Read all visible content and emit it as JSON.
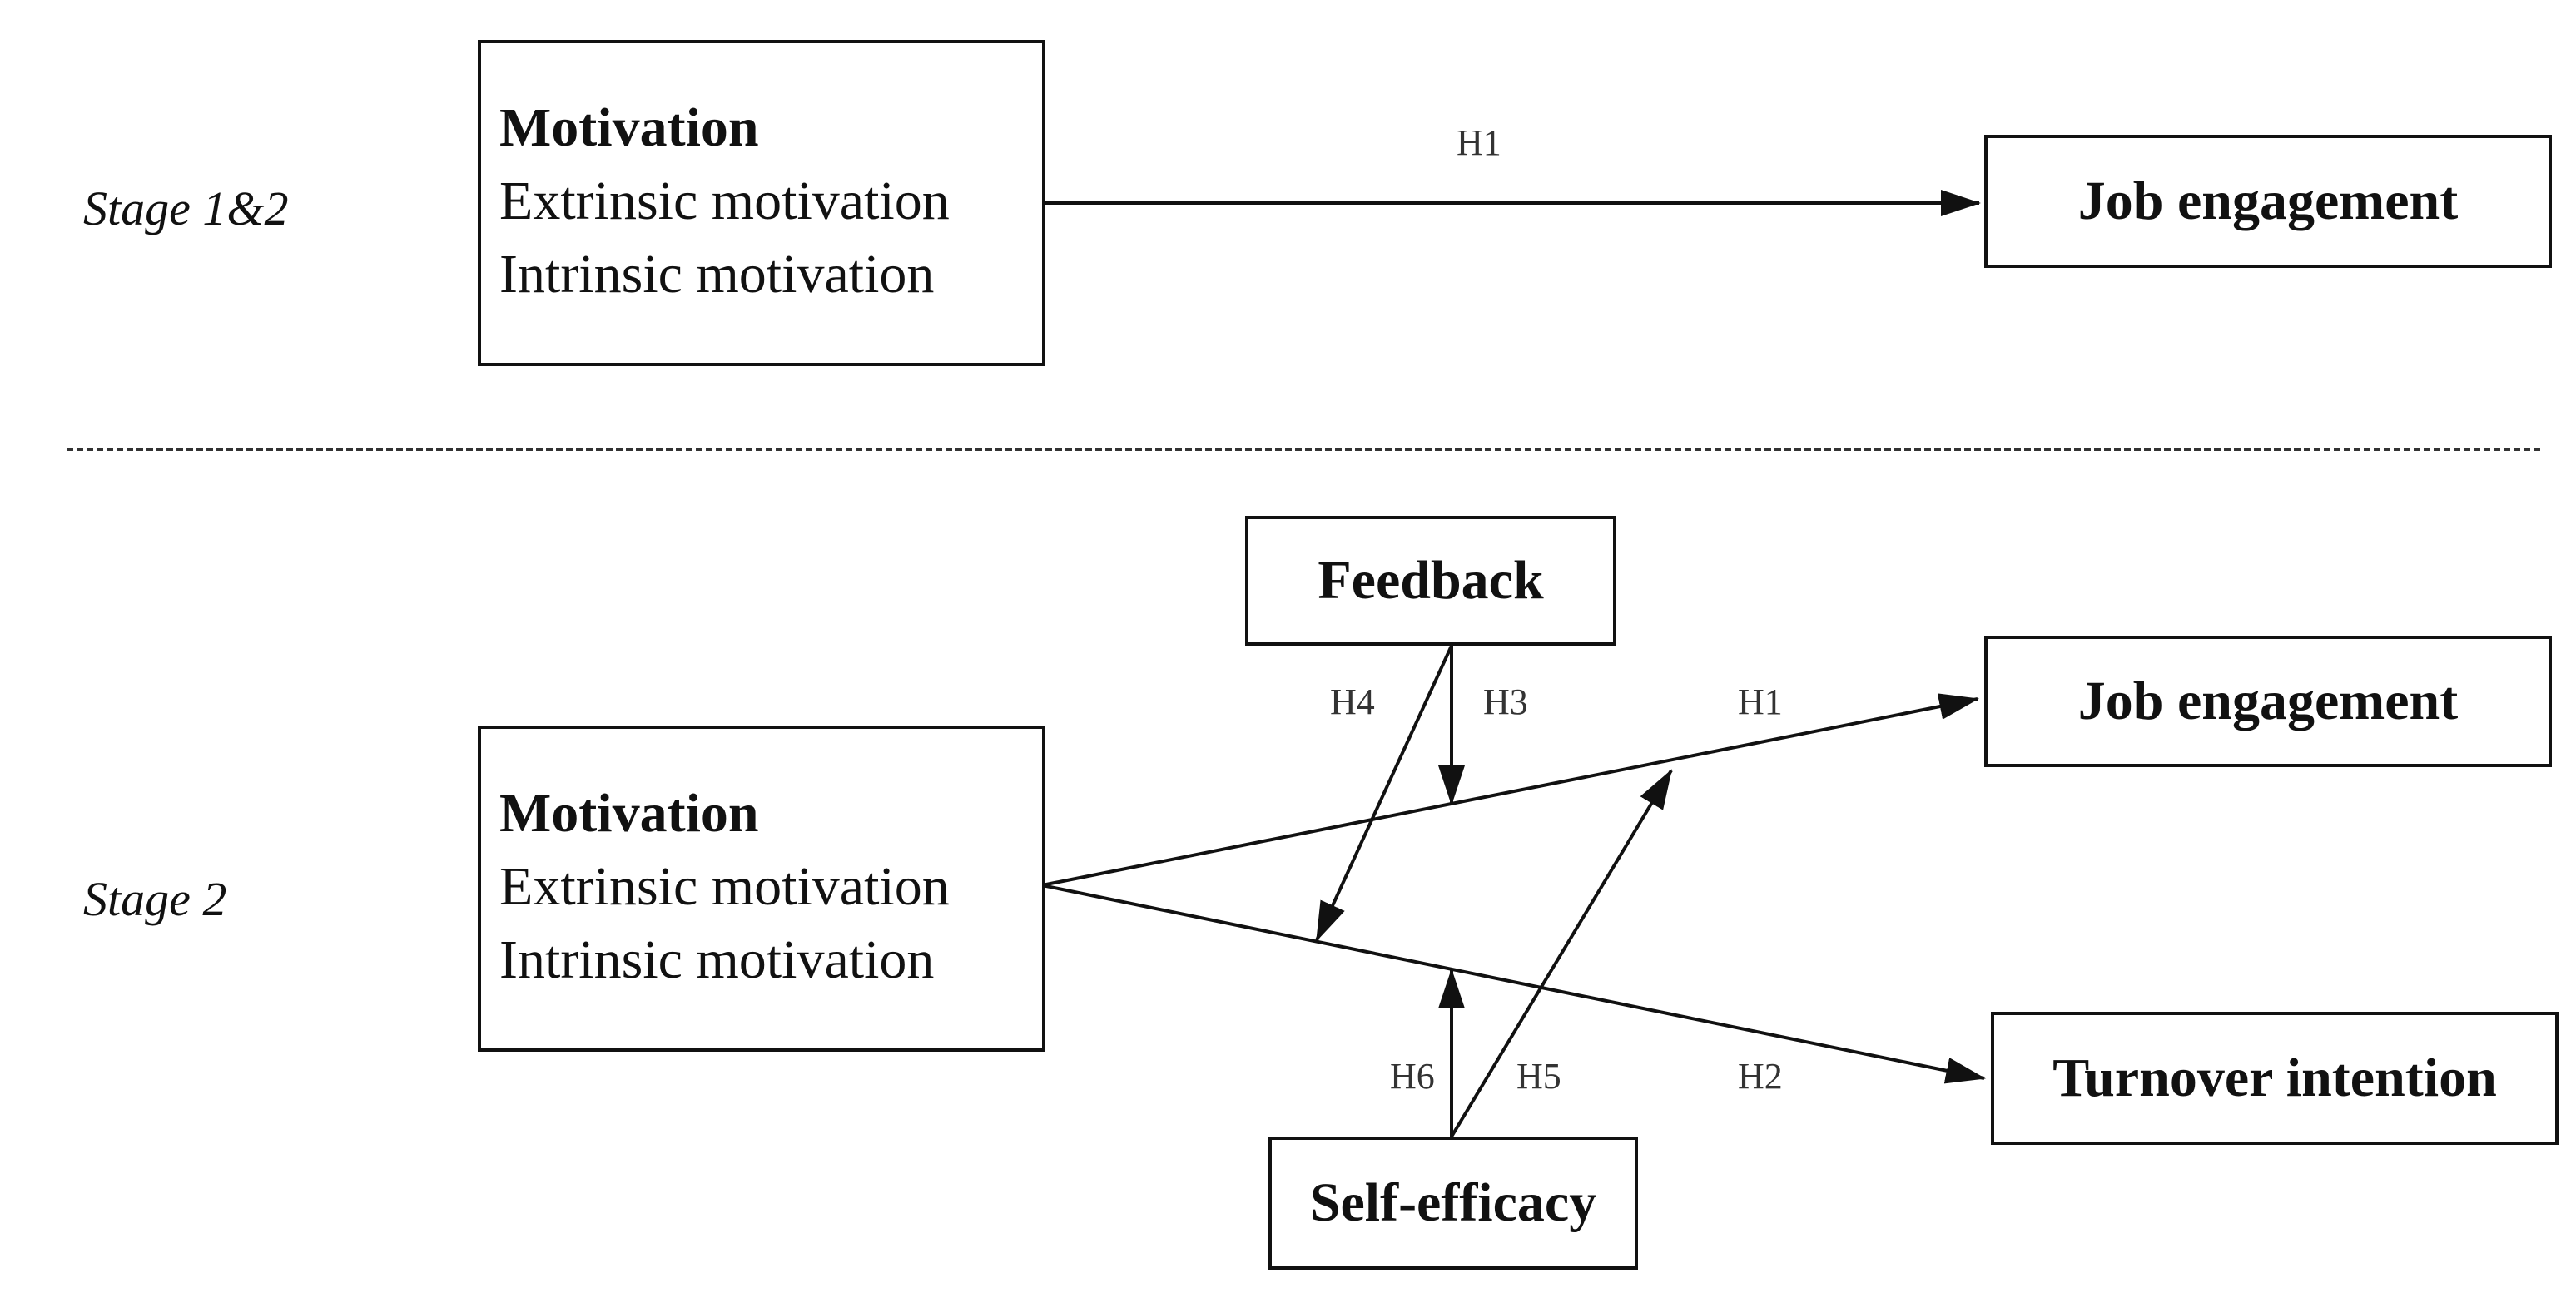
{
  "stages": {
    "stage1": "Stage 1&2",
    "stage2": "Stage 2"
  },
  "motivation_box": {
    "heading": "Motivation",
    "item1": "Extrinsic motivation",
    "item2": "Intrinsic motivation"
  },
  "nodes": {
    "job_engagement": "Job engagement",
    "turnover_intention": "Turnover intention",
    "feedback": "Feedback",
    "self_efficacy": "Self-efficacy"
  },
  "hypotheses": {
    "h1": "H1",
    "h2": "H2",
    "h3": "H3",
    "h4": "H4",
    "h5": "H5",
    "h6": "H6"
  }
}
